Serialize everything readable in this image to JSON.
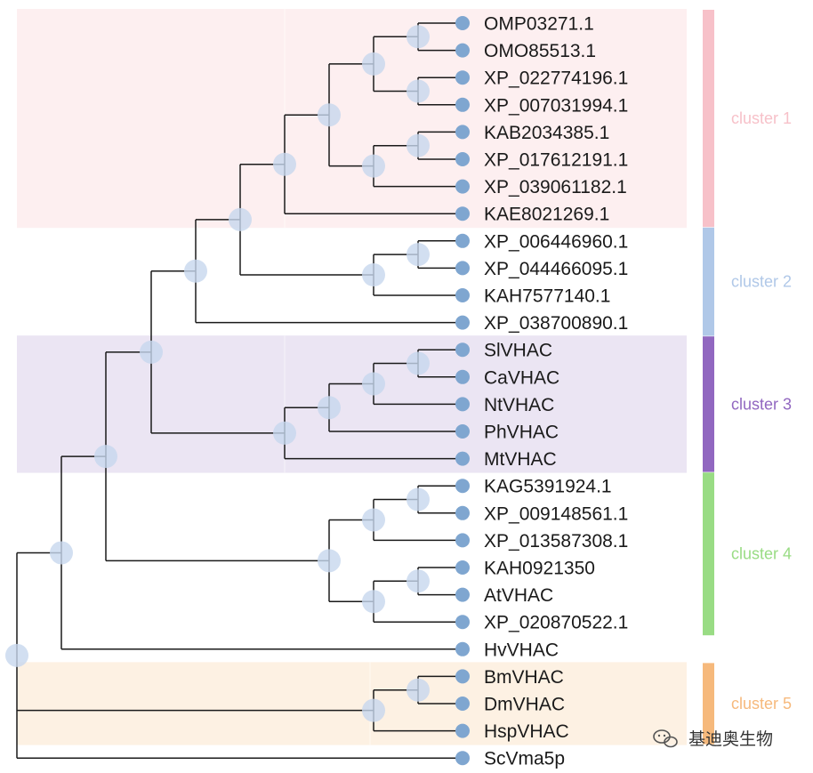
{
  "leaves": [
    "OMP03271.1",
    "OMO85513.1",
    "XP_022774196.1",
    "XP_007031994.1",
    "KAB2034385.1",
    "XP_017612191.1",
    "XP_039061182.1",
    "KAE8021269.1",
    "XP_006446960.1",
    "XP_044466095.1",
    "KAH7577140.1",
    "XP_038700890.1",
    "SlVHAC",
    "CaVHAC",
    "NtVHAC",
    "PhVHAC",
    "MtVHAC",
    "KAG5391924.1",
    "XP_009148561.1",
    "XP_013587308.1",
    "KAH0921350",
    "AtVHAC",
    "XP_020870522.1",
    "HvVHAC",
    "BmVHAC",
    "DmVHAC",
    "HspVHAC",
    "ScVma5p"
  ],
  "clusters": [
    {
      "label": "cluster 1",
      "color": "#f7c1c9",
      "band_color": "#fdeff0"
    },
    {
      "label": "cluster 2",
      "color": "#b0c8e8",
      "band_color": null
    },
    {
      "label": "cluster 3",
      "color": "#9167c0",
      "band_color": "#ebe5f3"
    },
    {
      "label": "cluster 4",
      "color": "#99dc84",
      "band_color": null
    },
    {
      "label": "cluster 5",
      "color": "#f6b97c",
      "band_color": "#fdf1e3"
    }
  ],
  "colors": {
    "branch": "#1a1a1a",
    "leaf_node": "#7fa6d0",
    "internal_node": "#c7d7ee"
  },
  "watermark": {
    "icon": "wechat-icon",
    "text": "基迪奥生物"
  }
}
